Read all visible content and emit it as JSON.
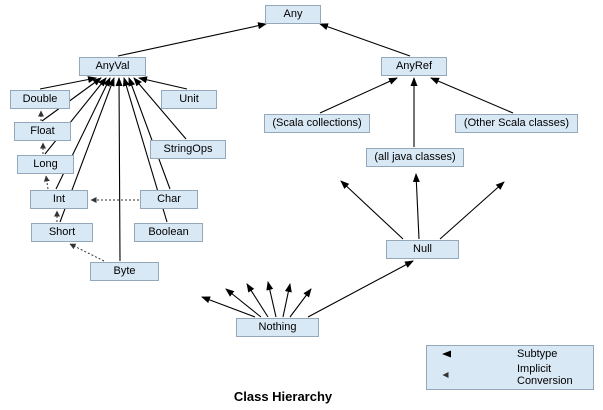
{
  "title": "Class Hierarchy",
  "nodes": {
    "any": {
      "label": "Any"
    },
    "anyval": {
      "label": "AnyVal"
    },
    "anyref": {
      "label": "AnyRef"
    },
    "double": {
      "label": "Double"
    },
    "unit": {
      "label": "Unit"
    },
    "float": {
      "label": "Float"
    },
    "stringops": {
      "label": "StringOps"
    },
    "long": {
      "label": "Long"
    },
    "int": {
      "label": "Int"
    },
    "char": {
      "label": "Char"
    },
    "short": {
      "label": "Short"
    },
    "boolean": {
      "label": "Boolean"
    },
    "byte": {
      "label": "Byte"
    },
    "scala_collections": {
      "label": "(Scala collections)"
    },
    "other_scala_classes": {
      "label": "(Other Scala classes)"
    },
    "all_java_classes": {
      "label": "(all java classes)"
    },
    "null": {
      "label": "Null"
    },
    "nothing": {
      "label": "Nothing"
    }
  },
  "edges": {
    "subtype": [
      {
        "from": "AnyVal",
        "to": "Any"
      },
      {
        "from": "AnyRef",
        "to": "Any"
      },
      {
        "from": "Double",
        "to": "AnyVal"
      },
      {
        "from": "Float",
        "to": "AnyVal"
      },
      {
        "from": "Long",
        "to": "AnyVal"
      },
      {
        "from": "Int",
        "to": "AnyVal"
      },
      {
        "from": "Short",
        "to": "AnyVal"
      },
      {
        "from": "Byte",
        "to": "AnyVal"
      },
      {
        "from": "Boolean",
        "to": "AnyVal"
      },
      {
        "from": "Char",
        "to": "AnyVal"
      },
      {
        "from": "StringOps",
        "to": "AnyVal"
      },
      {
        "from": "Unit",
        "to": "AnyVal"
      },
      {
        "from": "(Scala collections)",
        "to": "AnyRef"
      },
      {
        "from": "(all java classes)",
        "to": "AnyRef"
      },
      {
        "from": "(Other Scala classes)",
        "to": "AnyRef"
      },
      {
        "from": "Null",
        "to": "(Scala collections)"
      },
      {
        "from": "Null",
        "to": "(all java classes)"
      },
      {
        "from": "Null",
        "to": "(Other Scala classes)"
      },
      {
        "from": "Nothing",
        "to": "Null"
      },
      {
        "from": "Nothing",
        "to": "(fan of six upward arrows)"
      }
    ],
    "implicit_conversion": [
      {
        "from": "Byte",
        "to": "Short"
      },
      {
        "from": "Short",
        "to": "Int"
      },
      {
        "from": "Int",
        "to": "Long"
      },
      {
        "from": "Long",
        "to": "Float"
      },
      {
        "from": "Float",
        "to": "Double"
      },
      {
        "from": "Char",
        "to": "Int"
      }
    ]
  },
  "legend": {
    "subtype_label": "Subtype",
    "implicit_label": "Implicit Conversion"
  },
  "colors": {
    "node_fill": "#d9e8f5",
    "node_border": "#94a8ba",
    "arrow": "#000000",
    "background": "#ffffff"
  }
}
